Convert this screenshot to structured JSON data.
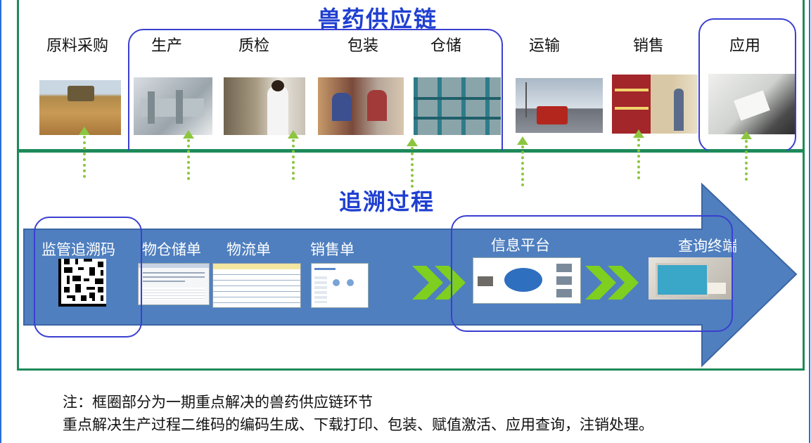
{
  "top": {
    "title": "兽药供应链",
    "stages": [
      "原料采购",
      "生产",
      "质检",
      "包装",
      "仓储",
      "运输",
      "销售",
      "应用"
    ]
  },
  "bottom": {
    "title": "追溯过程",
    "docs": [
      "监管追溯码",
      "物仓储单",
      "物流单",
      "销售单"
    ],
    "platform": "信息平台",
    "terminal": "查询终端"
  },
  "note": {
    "line1": "注：框圈部分为一期重点解决的兽药供应链环节",
    "line2": "重点解决生产过程二维码的编码生成、下载打印、包装、赋值激活、应用查询，注销处理。"
  },
  "colors": {
    "title": "#1f3fd1",
    "panel_border": "#1e8a5a",
    "arrow": "#4f7fbf",
    "ring": "#3a3fd0",
    "dots": "#8cc63f"
  }
}
